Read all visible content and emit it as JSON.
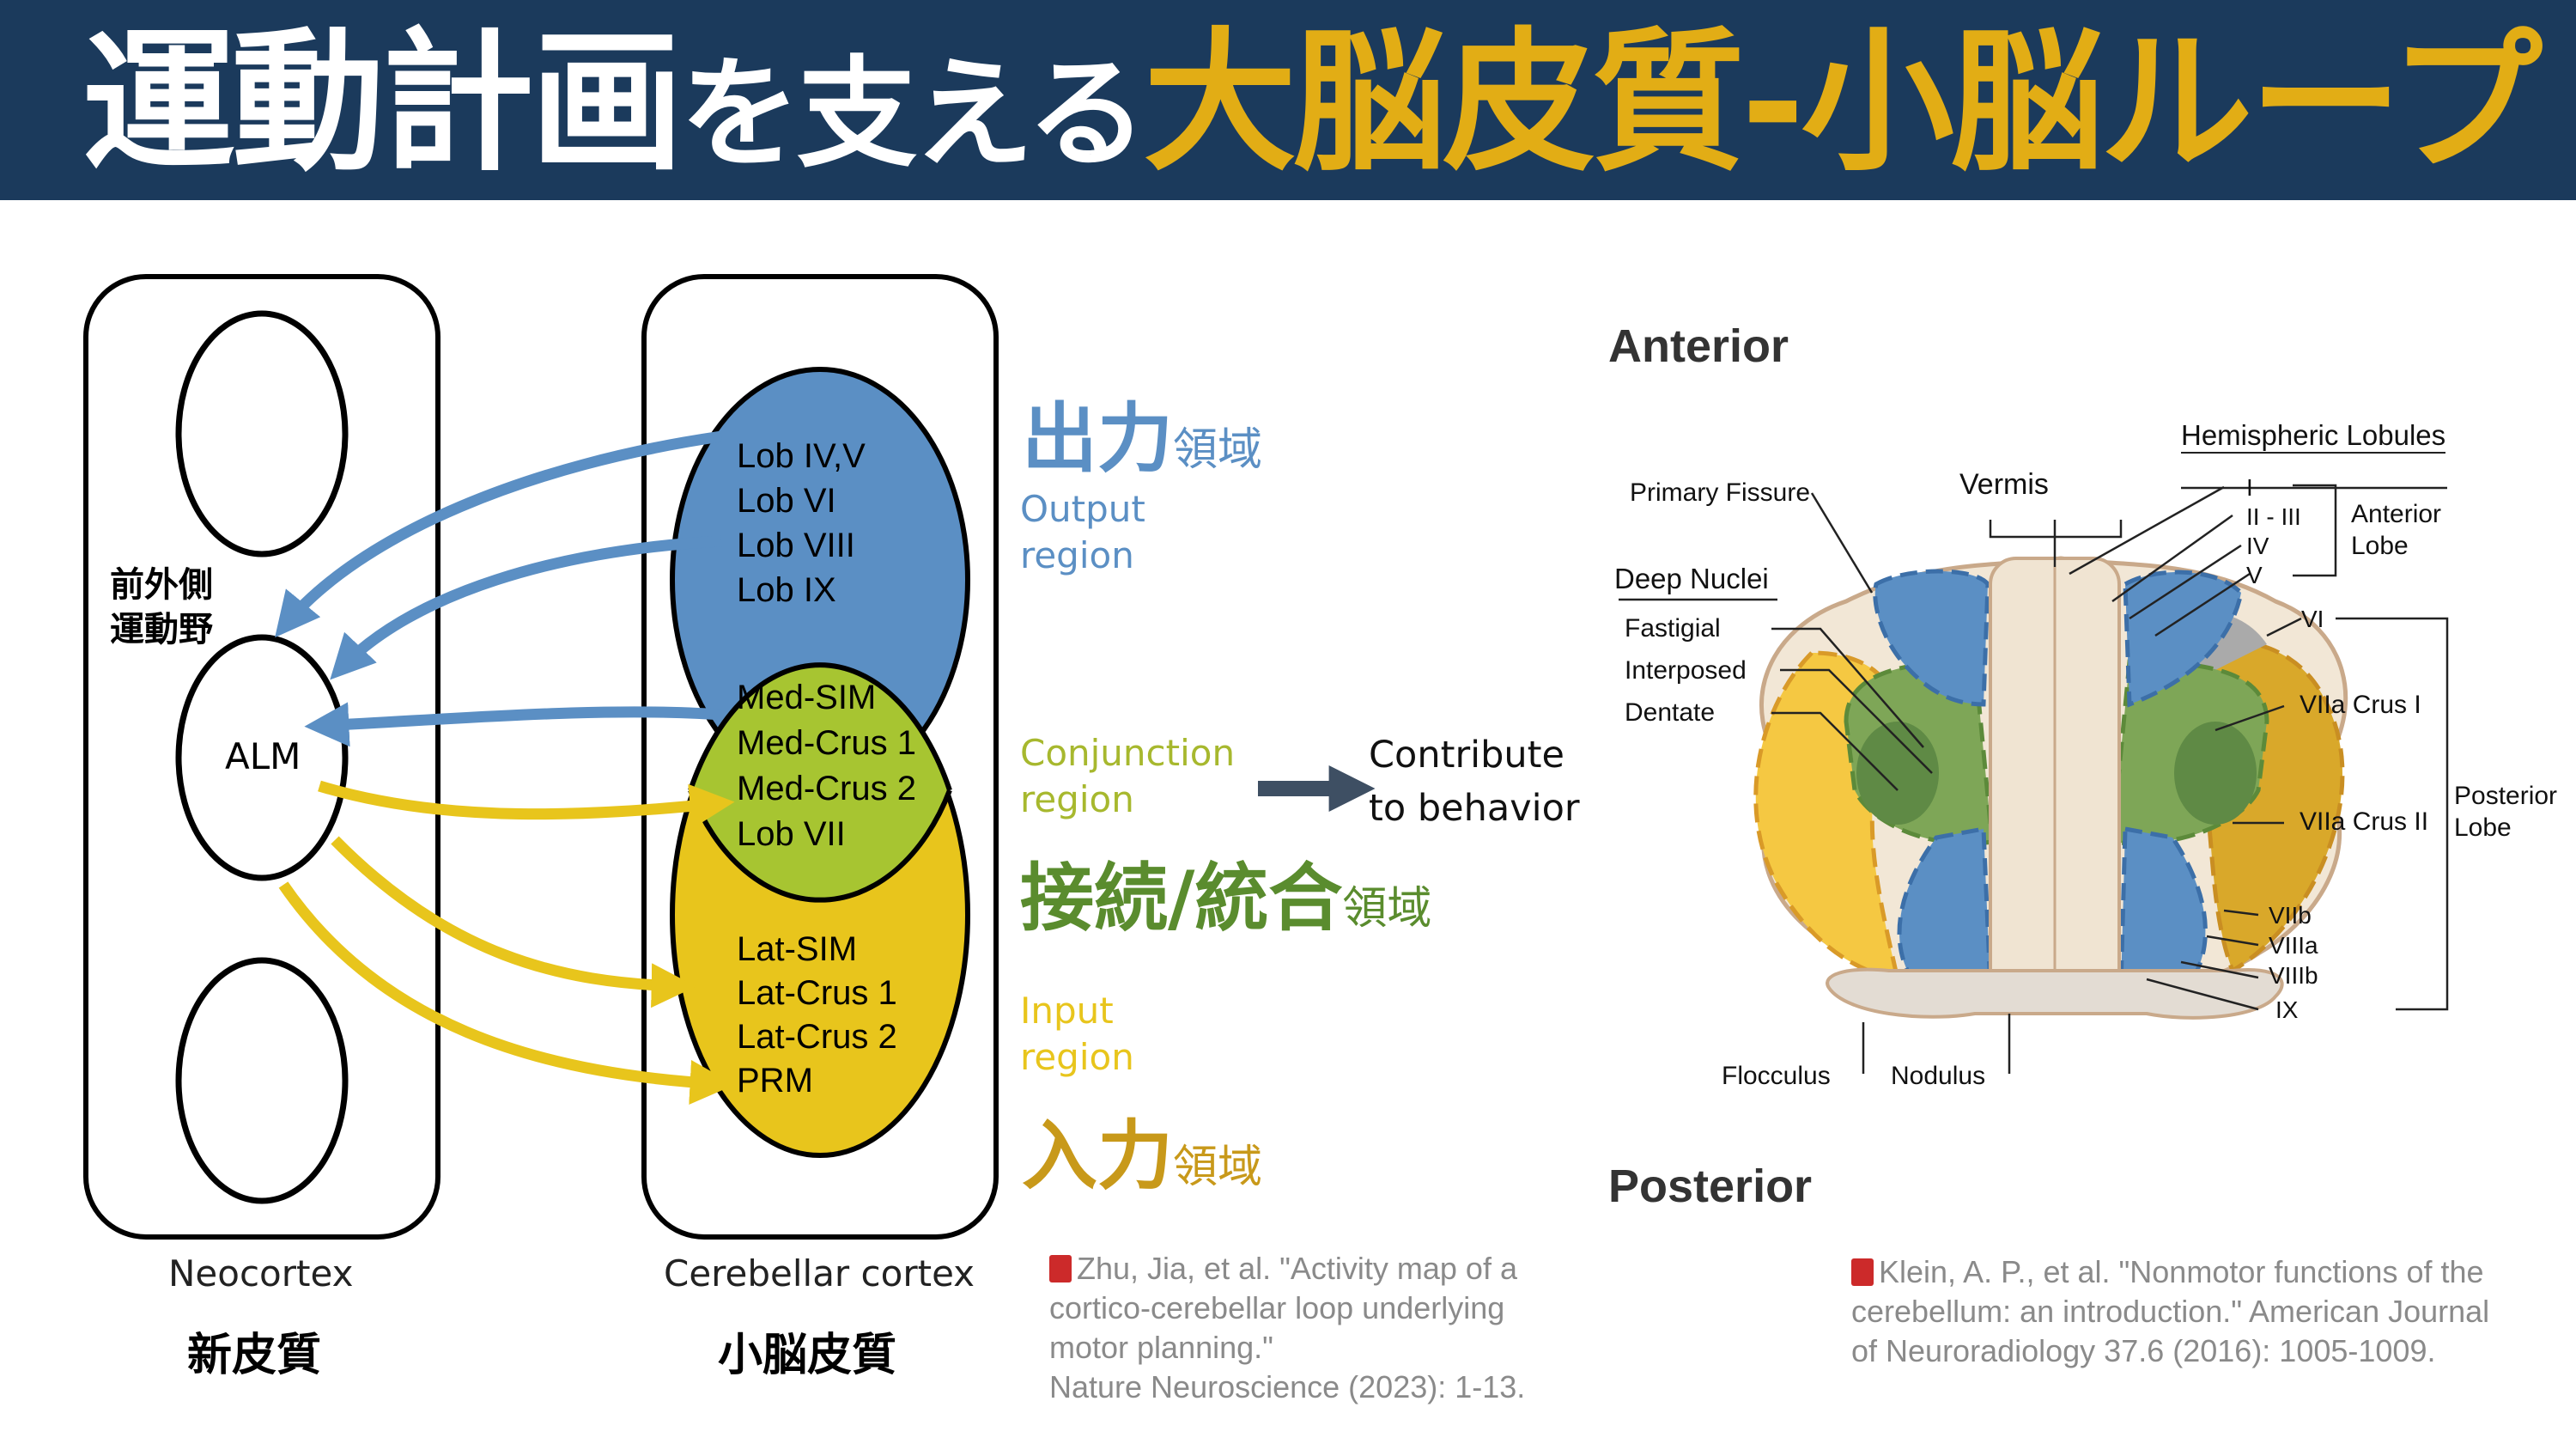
{
  "title": {
    "part1": "運動計画",
    "part2": "を支える",
    "part3": "大脳皮質-小脳ループ"
  },
  "colors": {
    "header_bg": "#1b3a5c",
    "accent_gold": "#e2ad15",
    "output_blue": "#5b8fc4",
    "conjunction_green": "#a7c531",
    "input_yellow": "#e8c51c"
  },
  "left": {
    "neocortex": {
      "region_label": "前外側\n運動野",
      "alm": "ALM",
      "caption_en": "Neocortex",
      "caption_ja": "新皮質"
    },
    "cerebellum": {
      "caption_en": "Cerebellar cortex",
      "caption_ja": "小脳皮質",
      "output_lobules": [
        "Lob IV,V",
        "Lob VI",
        "Lob VIII",
        "Lob IX"
      ],
      "conjunction_lobules": [
        "Med-SIM",
        "Med-Crus 1",
        "Med-Crus 2",
        "Lob VII"
      ],
      "input_lobules": [
        "Lat-SIM",
        "Lat-Crus 1",
        "Lat-Crus 2",
        "PRM"
      ]
    },
    "regions": {
      "output": {
        "ja_big": "出力",
        "ja_small": "領域",
        "en": "Output\nregion"
      },
      "conjunction": {
        "ja_big": "接続/統合",
        "ja_small": "領域",
        "en": "Conjunction\nregion"
      },
      "input": {
        "ja_big": "入力",
        "ja_small": "領域",
        "en": "Input\nregion"
      }
    },
    "contribute": "Contribute\nto behavior",
    "citation": "Zhu, Jia, et al. \"Activity map of a\ncortico-cerebellar loop underlying\nmotor planning.\"\nNature Neuroscience (2023): 1-13."
  },
  "right": {
    "anterior": "Anterior",
    "posterior": "Posterior",
    "labels": {
      "primary_fissure": "Primary Fissure",
      "vermis": "Vermis",
      "hemispheric_lobules": "Hemispheric Lobules",
      "deep_nuclei": "Deep Nuclei",
      "fastigial": "Fastigial",
      "interposed": "Interposed",
      "dentate": "Dentate",
      "flocculus": "Flocculus",
      "nodulus": "Nodulus",
      "anterior_lobe": "Anterior\nLobe",
      "posterior_lobe": "Posterior\nLobe"
    },
    "lobules": {
      "I": "I",
      "II_III": "II - III",
      "IV": "IV",
      "V": "V",
      "VI": "VI",
      "VIIa_crus1": "VIIa Crus I",
      "VIIa_crus2": "VIIa Crus II",
      "VIIb": "VIIb",
      "VIIIa": "VIIIa",
      "VIIIb": "VIIIb",
      "IX": "IX"
    },
    "citation": "Klein, A. P., et al. \"Nonmotor functions of the\ncerebellum: an introduction.\" American Journal\nof Neuroradiology 37.6 (2016): 1005-1009."
  }
}
